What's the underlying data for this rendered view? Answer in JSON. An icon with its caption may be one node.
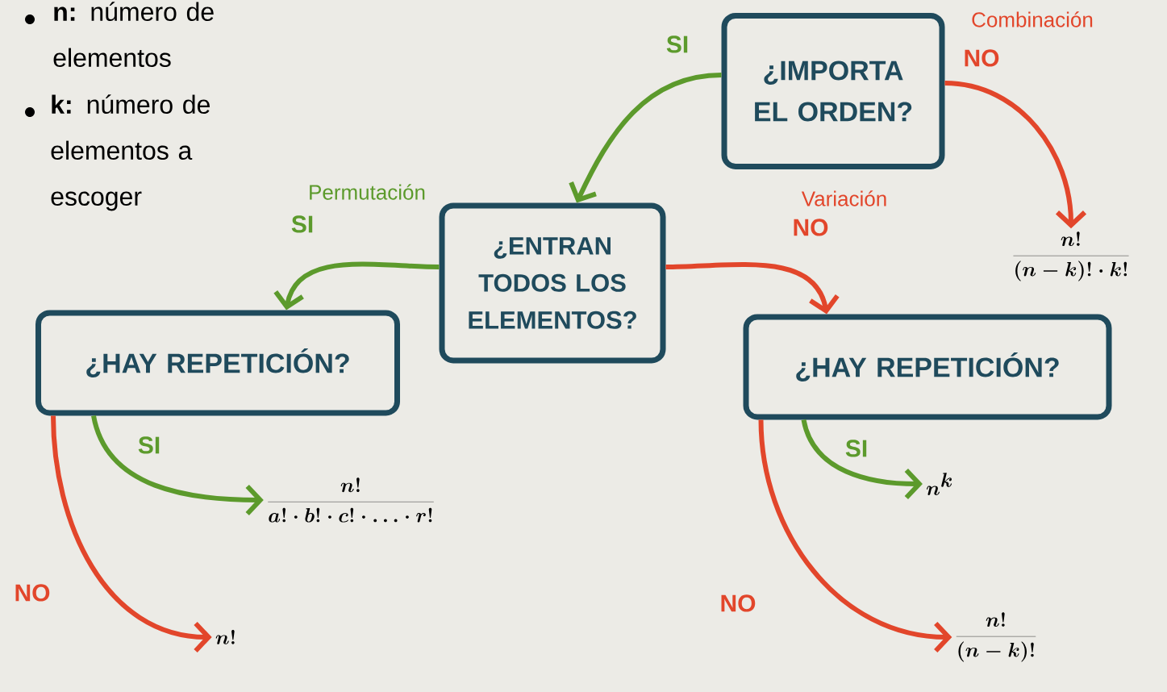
{
  "diagram": {
    "nodes": [
      {
        "text": [
          "¿IMPORTA EL ORDEN?"
        ]
      },
      {
        "text": [
          "¿ENTRAN TODOS LOS ELEMENTOS?"
        ]
      },
      {
        "text": [
          "\\frac{n!}{(n-k)!\\cdot k!}"
        ]
      },
      {
        "text": [
          "¿HAY REPETICIÓN?"
        ]
      },
      {
        "text": [
          "¿HAY REPETICIÓN?"
        ]
      },
      {
        "text": [
          "\\frac{n!}{a!\\cdot b!\\cdot c!\\cdot \\ldots\\cdot r!}"
        ]
      },
      {
        "text": [
          "n!"
        ]
      },
      {
        "text": [
          "n^{k}"
        ]
      },
      {
        "text": [
          "\\frac{n!}{(n-k)!}"
        ]
      }
    ],
    "edges": [
      {
        "from": 0,
        "to": 1,
        "arrow": "to",
        "label": "SI",
        "color": "#5c9a2c"
      },
      {
        "from": 0,
        "to": 2,
        "arrow": "to",
        "label": "NO",
        "color": "#e2462b"
      },
      {
        "from": 1,
        "to": 3,
        "arrow": "to",
        "label": "SI",
        "color": "#5c9a2c"
      },
      {
        "from": 1,
        "to": 4,
        "arrow": "to",
        "label": "NO",
        "color": "#e2462b"
      },
      {
        "from": 3,
        "to": 5,
        "arrow": "to",
        "label": "SI",
        "color": "#5c9a2c"
      },
      {
        "from": 3,
        "to": 6,
        "arrow": "to",
        "label": "NO",
        "color": "#e2462b"
      },
      {
        "from": 4,
        "to": 7,
        "arrow": "to",
        "label": "SI",
        "color": "#5c9a2c"
      },
      {
        "from": 4,
        "to": 8,
        "arrow": "to",
        "label": "NO",
        "color": "#e2462b"
      }
    ],
    "labels": [
      "**n:** número de elementos",
      "**k:** número de elementos a escoger",
      "Combinación",
      "Permutación",
      "Variación"
    ]
  }
}
